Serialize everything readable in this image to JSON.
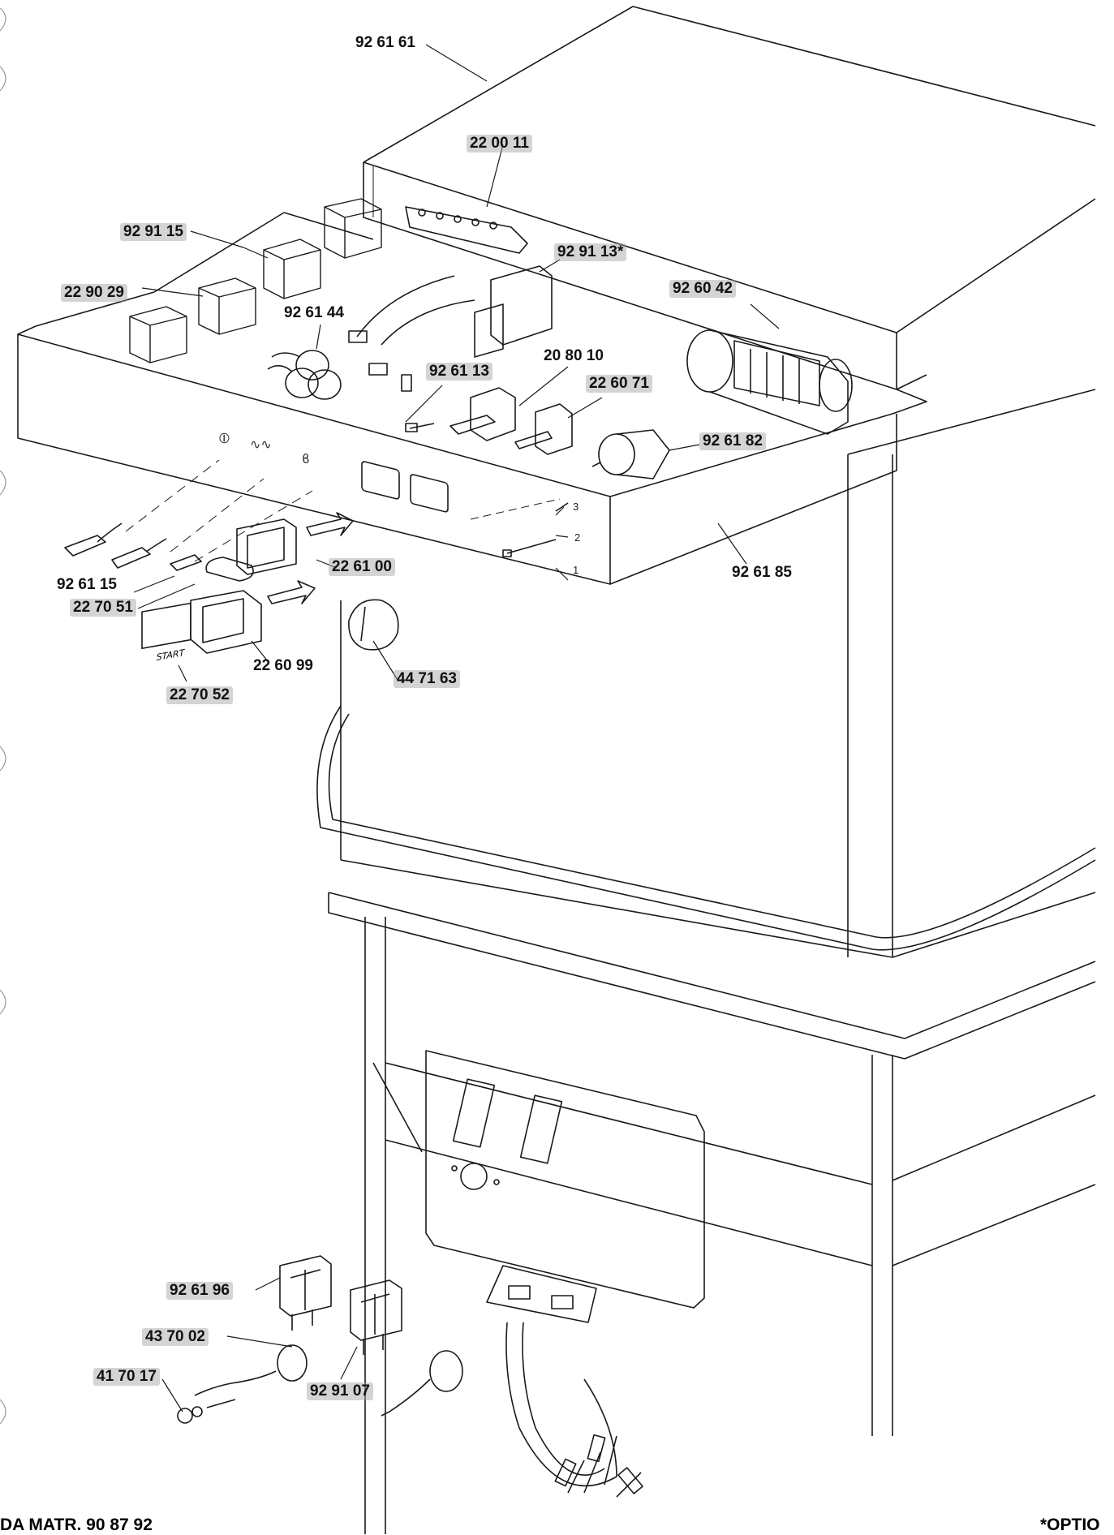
{
  "parts": [
    {
      "id": "p926161",
      "code": "92 61 61"
    },
    {
      "id": "p220011",
      "code": "22 00 11"
    },
    {
      "id": "p929115",
      "code": "92 91 15"
    },
    {
      "id": "p929113",
      "code": "92 91 13*"
    },
    {
      "id": "p926042",
      "code": "92 60 42"
    },
    {
      "id": "p229029",
      "code": "22 90 29"
    },
    {
      "id": "p926144",
      "code": "92 61 44"
    },
    {
      "id": "p208010",
      "code": "20 80 10"
    },
    {
      "id": "p926113",
      "code": "92 61 13"
    },
    {
      "id": "p226071",
      "code": "22 60 71"
    },
    {
      "id": "p926182",
      "code": "92 61 82"
    },
    {
      "id": "p926185",
      "code": "92 61 85"
    },
    {
      "id": "p226100",
      "code": "22 61 00"
    },
    {
      "id": "p926115",
      "code": "92 61 15"
    },
    {
      "id": "p227051",
      "code": "22 70 51"
    },
    {
      "id": "p226099",
      "code": "22 60 99"
    },
    {
      "id": "p447163",
      "code": "44 71 63"
    },
    {
      "id": "p227052",
      "code": "22 70 52"
    },
    {
      "id": "p926196",
      "code": "92 61 96"
    },
    {
      "id": "p437002",
      "code": "43 70 02"
    },
    {
      "id": "p417017",
      "code": "41 70 17"
    },
    {
      "id": "p929107",
      "code": "92 91 07"
    }
  ],
  "selector_positions": [
    "3",
    "2",
    "1"
  ],
  "start_button_text": "START",
  "footer": {
    "left": "DA MATR. 90 87 92",
    "right": "*OPTIO"
  },
  "colors": {
    "line": "#1a1a1a",
    "label_highlight": "#a0a0a0"
  }
}
